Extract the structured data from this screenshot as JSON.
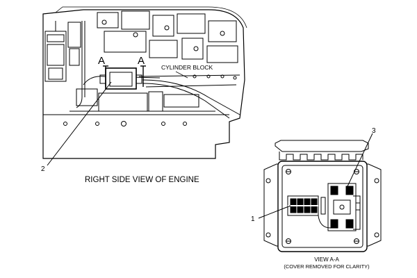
{
  "engine_view": {
    "section_mark_left": "A",
    "section_mark_right": "A",
    "block_label": "CYLINDER BLOCK",
    "callout": "2",
    "caption": "RIGHT SIDE VIEW OF ENGINE"
  },
  "detail_view": {
    "callout_left": "1",
    "callout_top": "3",
    "caption_line1": "VIEW  A-A",
    "caption_line2": "(COVER REMOVED FOR CLARITY)"
  }
}
